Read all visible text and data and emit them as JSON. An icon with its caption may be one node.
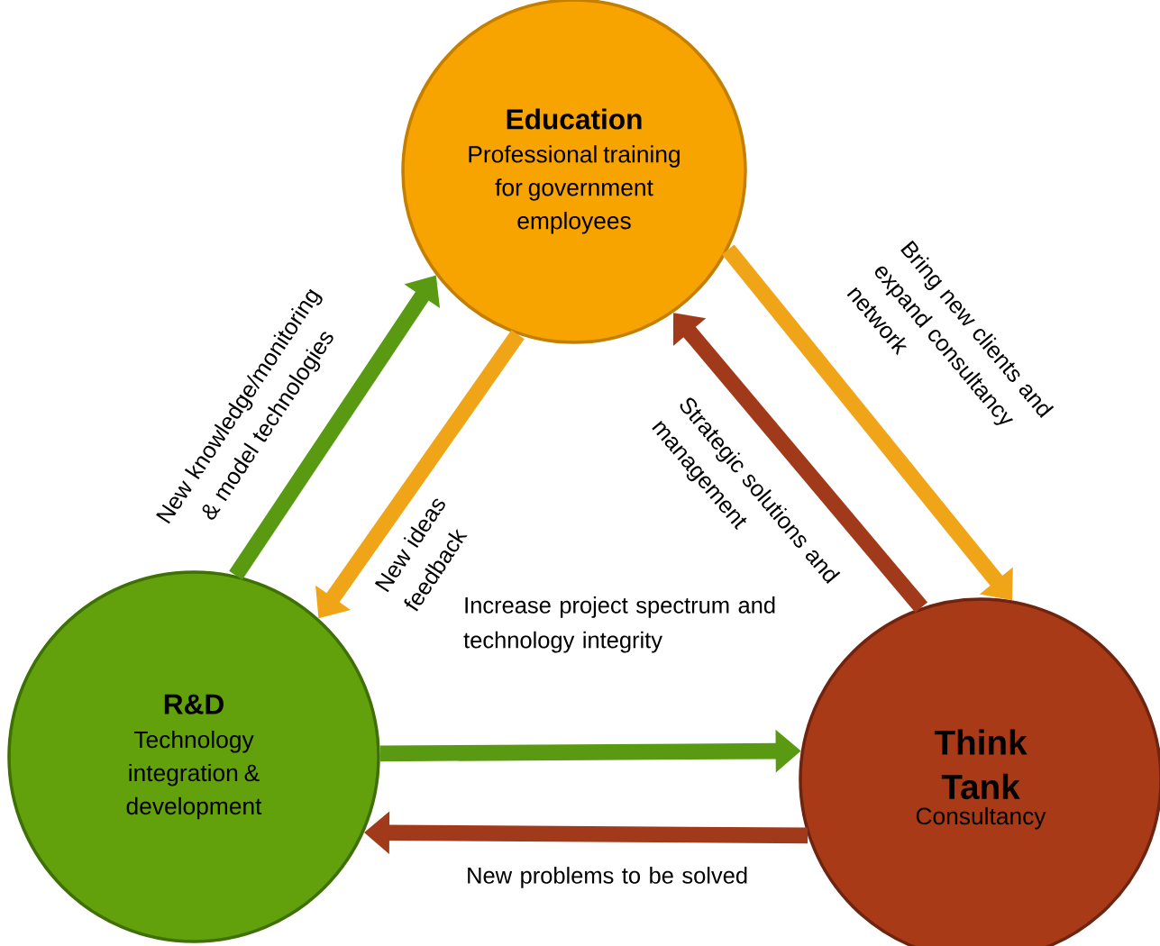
{
  "diagram": {
    "nodes": [
      {
        "text": [
          "Education",
          "Professional training for government employees"
        ]
      },
      {
        "text": [
          "R&D",
          "Technology integration & development"
        ]
      },
      {
        "text": [
          "Think Tank",
          "Consultancy"
        ]
      }
    ],
    "edges": [
      {
        "from": 1,
        "to": 0,
        "arrow": "to",
        "label": "New knowledge/monitoring & model technologies",
        "color": "#5a9a12"
      },
      {
        "from": 0,
        "to": 1,
        "arrow": "to",
        "label": "New ideas feedback",
        "color": "#f0a418"
      },
      {
        "from": 0,
        "to": 2,
        "arrow": "to",
        "label": "Bring new clients and expand consultancy network",
        "color": "#f0a418"
      },
      {
        "from": 2,
        "to": 0,
        "arrow": "to",
        "label": "Strategic solutions and management",
        "color": "#a03a1a"
      },
      {
        "from": 1,
        "to": 2,
        "arrow": "to",
        "label": "Increase project spectrum and technology integrity",
        "color": "#5a9a12"
      },
      {
        "from": 2,
        "to": 1,
        "arrow": "to",
        "label": "New problems to be solved",
        "color": "#a03a1a"
      }
    ]
  }
}
